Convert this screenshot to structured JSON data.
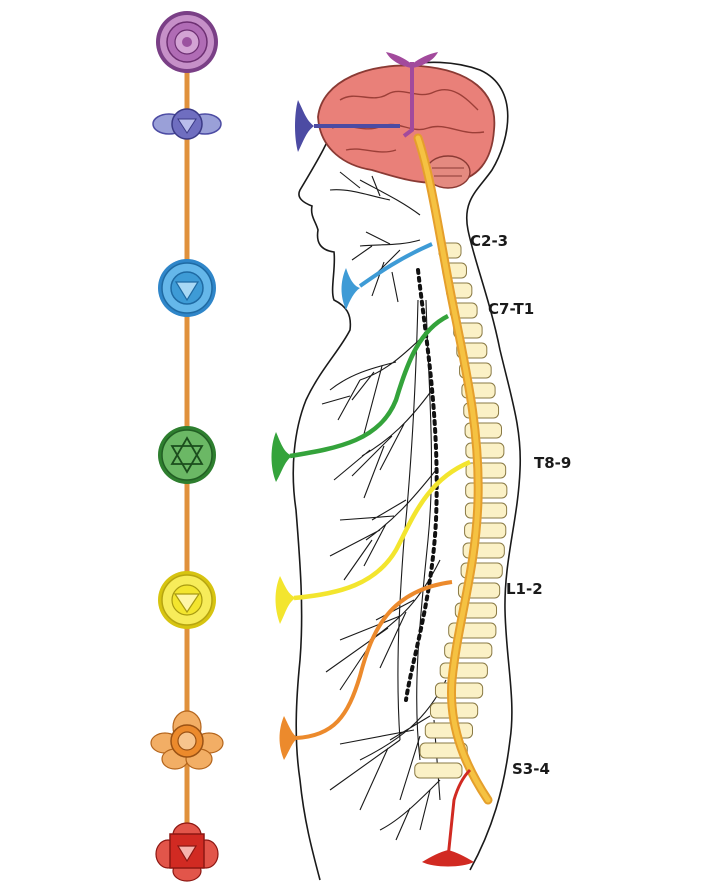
{
  "labels": {
    "c2_3": "C2-3",
    "c7_t1": "C7-T1",
    "t8_9": "T8-9",
    "l1_2": "L1-2",
    "s3_4": "S3-4"
  },
  "colors": {
    "crown": "#a24a9c",
    "third_eye": "#4c4ba3",
    "throat": "#3e9bd6",
    "heart": "#34a33b",
    "solar_plexus": "#f3e52e",
    "sacral": "#ec8a2c",
    "root": "#d12a22",
    "spinal_cord": "#f5c242",
    "vertebra": "#fbf1c6",
    "brain": "#e98079",
    "central_channel": "#e0913c"
  },
  "icons": [
    "crown-chakra-icon",
    "third-eye-chakra-icon",
    "throat-chakra-icon",
    "heart-chakra-icon",
    "solar-plexus-chakra-icon",
    "sacral-chakra-icon",
    "root-chakra-icon"
  ]
}
